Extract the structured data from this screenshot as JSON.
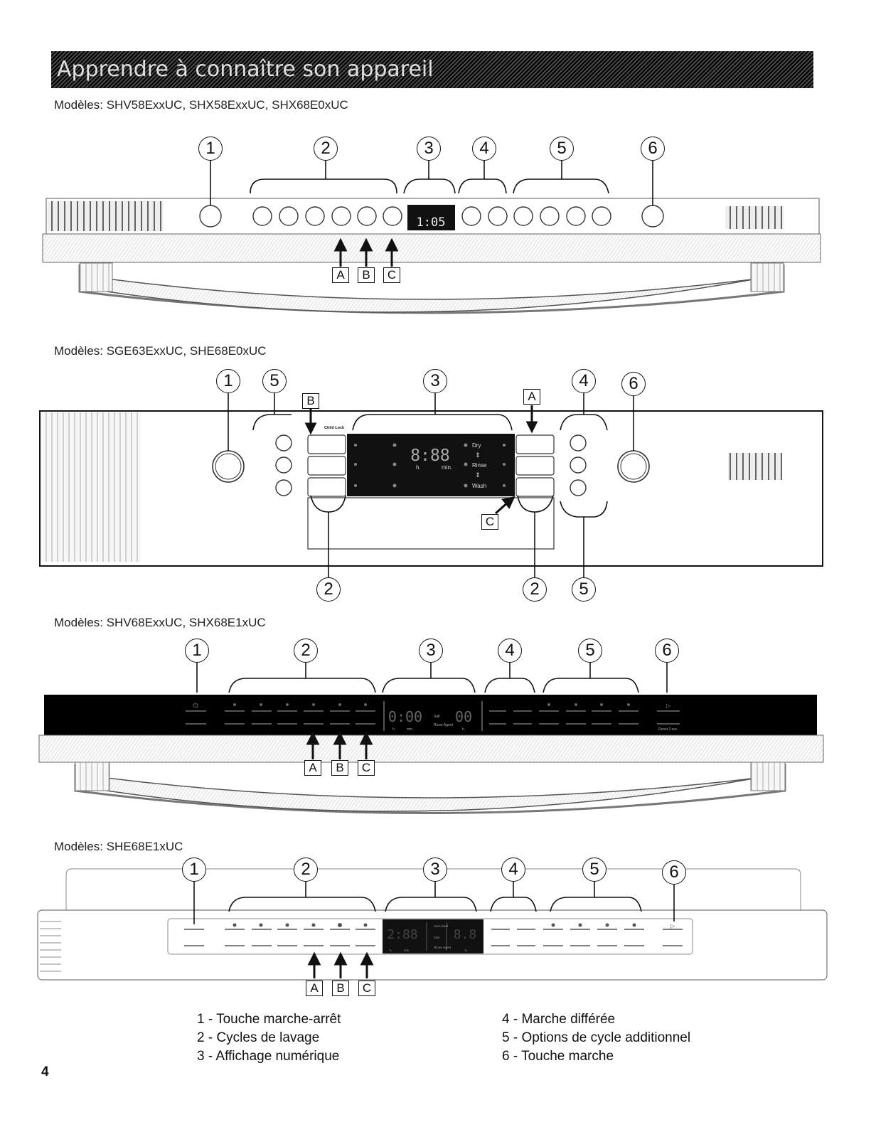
{
  "banner": {
    "title": "Apprendre à connaître son appareil"
  },
  "sections": [
    {
      "models": "Modèles: SHV58ExxUC, SHX58ExxUC, SHX68E0xUC",
      "display": "1:05"
    },
    {
      "models": "Modèles: SGE63ExxUC, SHE68E0xUC",
      "display": "8:88",
      "child_lock": "Child Lock",
      "indicators": [
        "Dry",
        "Rinse",
        "Wash"
      ],
      "units": [
        "h.",
        "min."
      ]
    },
    {
      "models": "Modèles: SHV68ExxUC, SHX68E1xUC",
      "display": "0:00",
      "delay_display": "00",
      "indicators": [
        "Salt",
        "Rinse Agent"
      ],
      "units": [
        "h.",
        "min.",
        "h."
      ],
      "reset": "Reset 3 sec."
    },
    {
      "models": "Modèles: SHE68E1xUC",
      "display": "2:88",
      "delay_display": "8.8",
      "indicators": [
        "Sani-tized",
        "Salt",
        "Rinse Agent"
      ],
      "units": [
        "h.",
        "min.",
        "h."
      ]
    }
  ],
  "callout_numbers": [
    "1",
    "2",
    "3",
    "4",
    "5",
    "6"
  ],
  "callout_letters": [
    "A",
    "B",
    "C"
  ],
  "legend_left": [
    "1 - Touche marche-arrêt",
    "2 - Cycles de lavage",
    "3 - Affichage numérique"
  ],
  "legend_right": [
    "4 - Marche différée",
    "5 - Options de cycle additionnel",
    "6 - Touche marche"
  ],
  "page_number": "4"
}
